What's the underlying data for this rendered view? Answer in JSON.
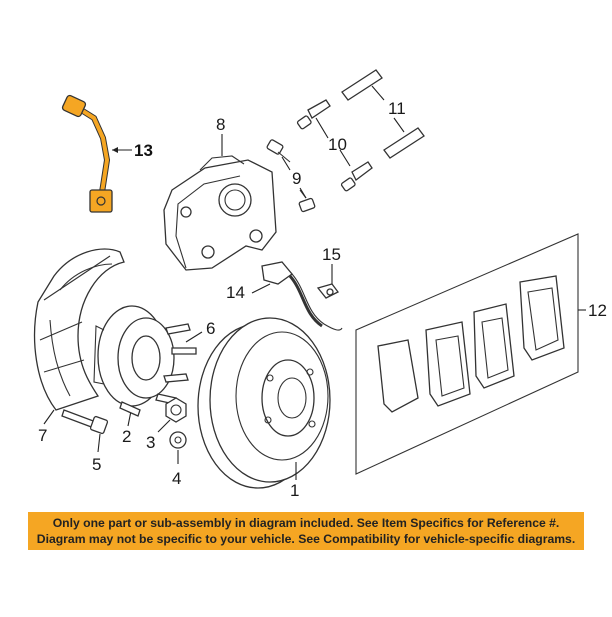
{
  "diagram": {
    "highlight_color": "#f5a623",
    "callouts": [
      {
        "id": "c1",
        "text": "1"
      },
      {
        "id": "c2",
        "text": "2"
      },
      {
        "id": "c3",
        "text": "3"
      },
      {
        "id": "c4",
        "text": "4"
      },
      {
        "id": "c5",
        "text": "5"
      },
      {
        "id": "c6",
        "text": "6"
      },
      {
        "id": "c7",
        "text": "7"
      },
      {
        "id": "c8",
        "text": "8"
      },
      {
        "id": "c9",
        "text": "9"
      },
      {
        "id": "c10",
        "text": "10"
      },
      {
        "id": "c11",
        "text": "11"
      },
      {
        "id": "c12",
        "text": "12"
      },
      {
        "id": "c13",
        "text": "13"
      },
      {
        "id": "c14",
        "text": "14"
      },
      {
        "id": "c15",
        "text": "15"
      }
    ],
    "highlighted_part": "13"
  },
  "notice": {
    "line1": "Only one part or sub-assembly in diagram included. See Item Specifics for Reference #.",
    "line2": "Diagram may not be specific to your vehicle. See Compatibility for vehicle-specific diagrams."
  }
}
